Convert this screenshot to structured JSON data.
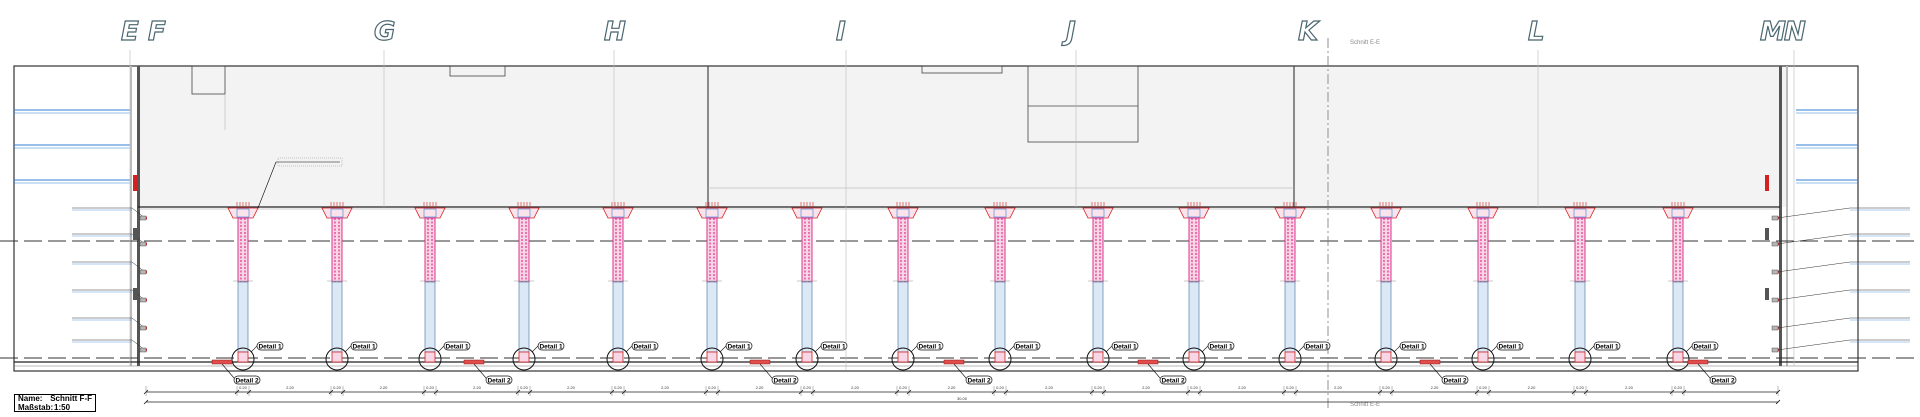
{
  "axes": [
    "E",
    "F",
    "G",
    "H",
    "I",
    "J",
    "K",
    "L",
    "M",
    "N"
  ],
  "section_marker_label": "Schnitt E-E",
  "section_marker_label_bottom": "Schnitt E-E",
  "detail_labels": {
    "column": "Detail 1",
    "beam": "Detail 2"
  },
  "title_block": {
    "name_label": "Name:",
    "name_value": "Schnitt F-F",
    "scale_label": "Maßstab:",
    "scale_value": "1:50"
  },
  "dimensions": {
    "overall": "30.00",
    "bay": "2.20",
    "edge": "0.20"
  },
  "colors": {
    "pink": "#e0308a",
    "red": "#d42020",
    "blue": "#2f7fd6",
    "light_blue": "#dbe8f5",
    "grey_fill": "#f3f3f3"
  }
}
